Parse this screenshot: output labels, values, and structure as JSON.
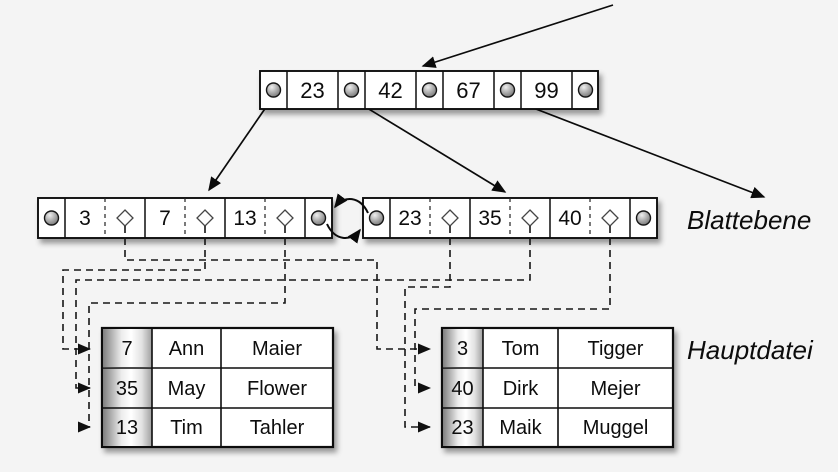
{
  "tree": {
    "root": {
      "keys": [
        "23",
        "42",
        "67",
        "99"
      ]
    },
    "leaves": {
      "left": {
        "keys": [
          "3",
          "7",
          "13"
        ]
      },
      "right": {
        "keys": [
          "23",
          "35",
          "40"
        ]
      }
    }
  },
  "labels": {
    "leaf_level": "Blattebene",
    "main_file": "Hauptdatei"
  },
  "main_file": {
    "left_block": {
      "rows": [
        {
          "key": "7",
          "first_name": "Ann",
          "last_name": "Maier"
        },
        {
          "key": "35",
          "first_name": "May",
          "last_name": "Flower"
        },
        {
          "key": "13",
          "first_name": "Tim",
          "last_name": "Tahler"
        }
      ]
    },
    "right_block": {
      "rows": [
        {
          "key": "3",
          "first_name": "Tom",
          "last_name": "Tigger"
        },
        {
          "key": "40",
          "first_name": "Dirk",
          "last_name": "Mejer"
        },
        {
          "key": "23",
          "first_name": "Maik",
          "last_name": "Muggel"
        }
      ]
    }
  },
  "colors": {
    "background": "#f4f4f4",
    "box_fill": "#ffffff",
    "line": "#111111",
    "key_column_edge": "#8c8c8c"
  }
}
